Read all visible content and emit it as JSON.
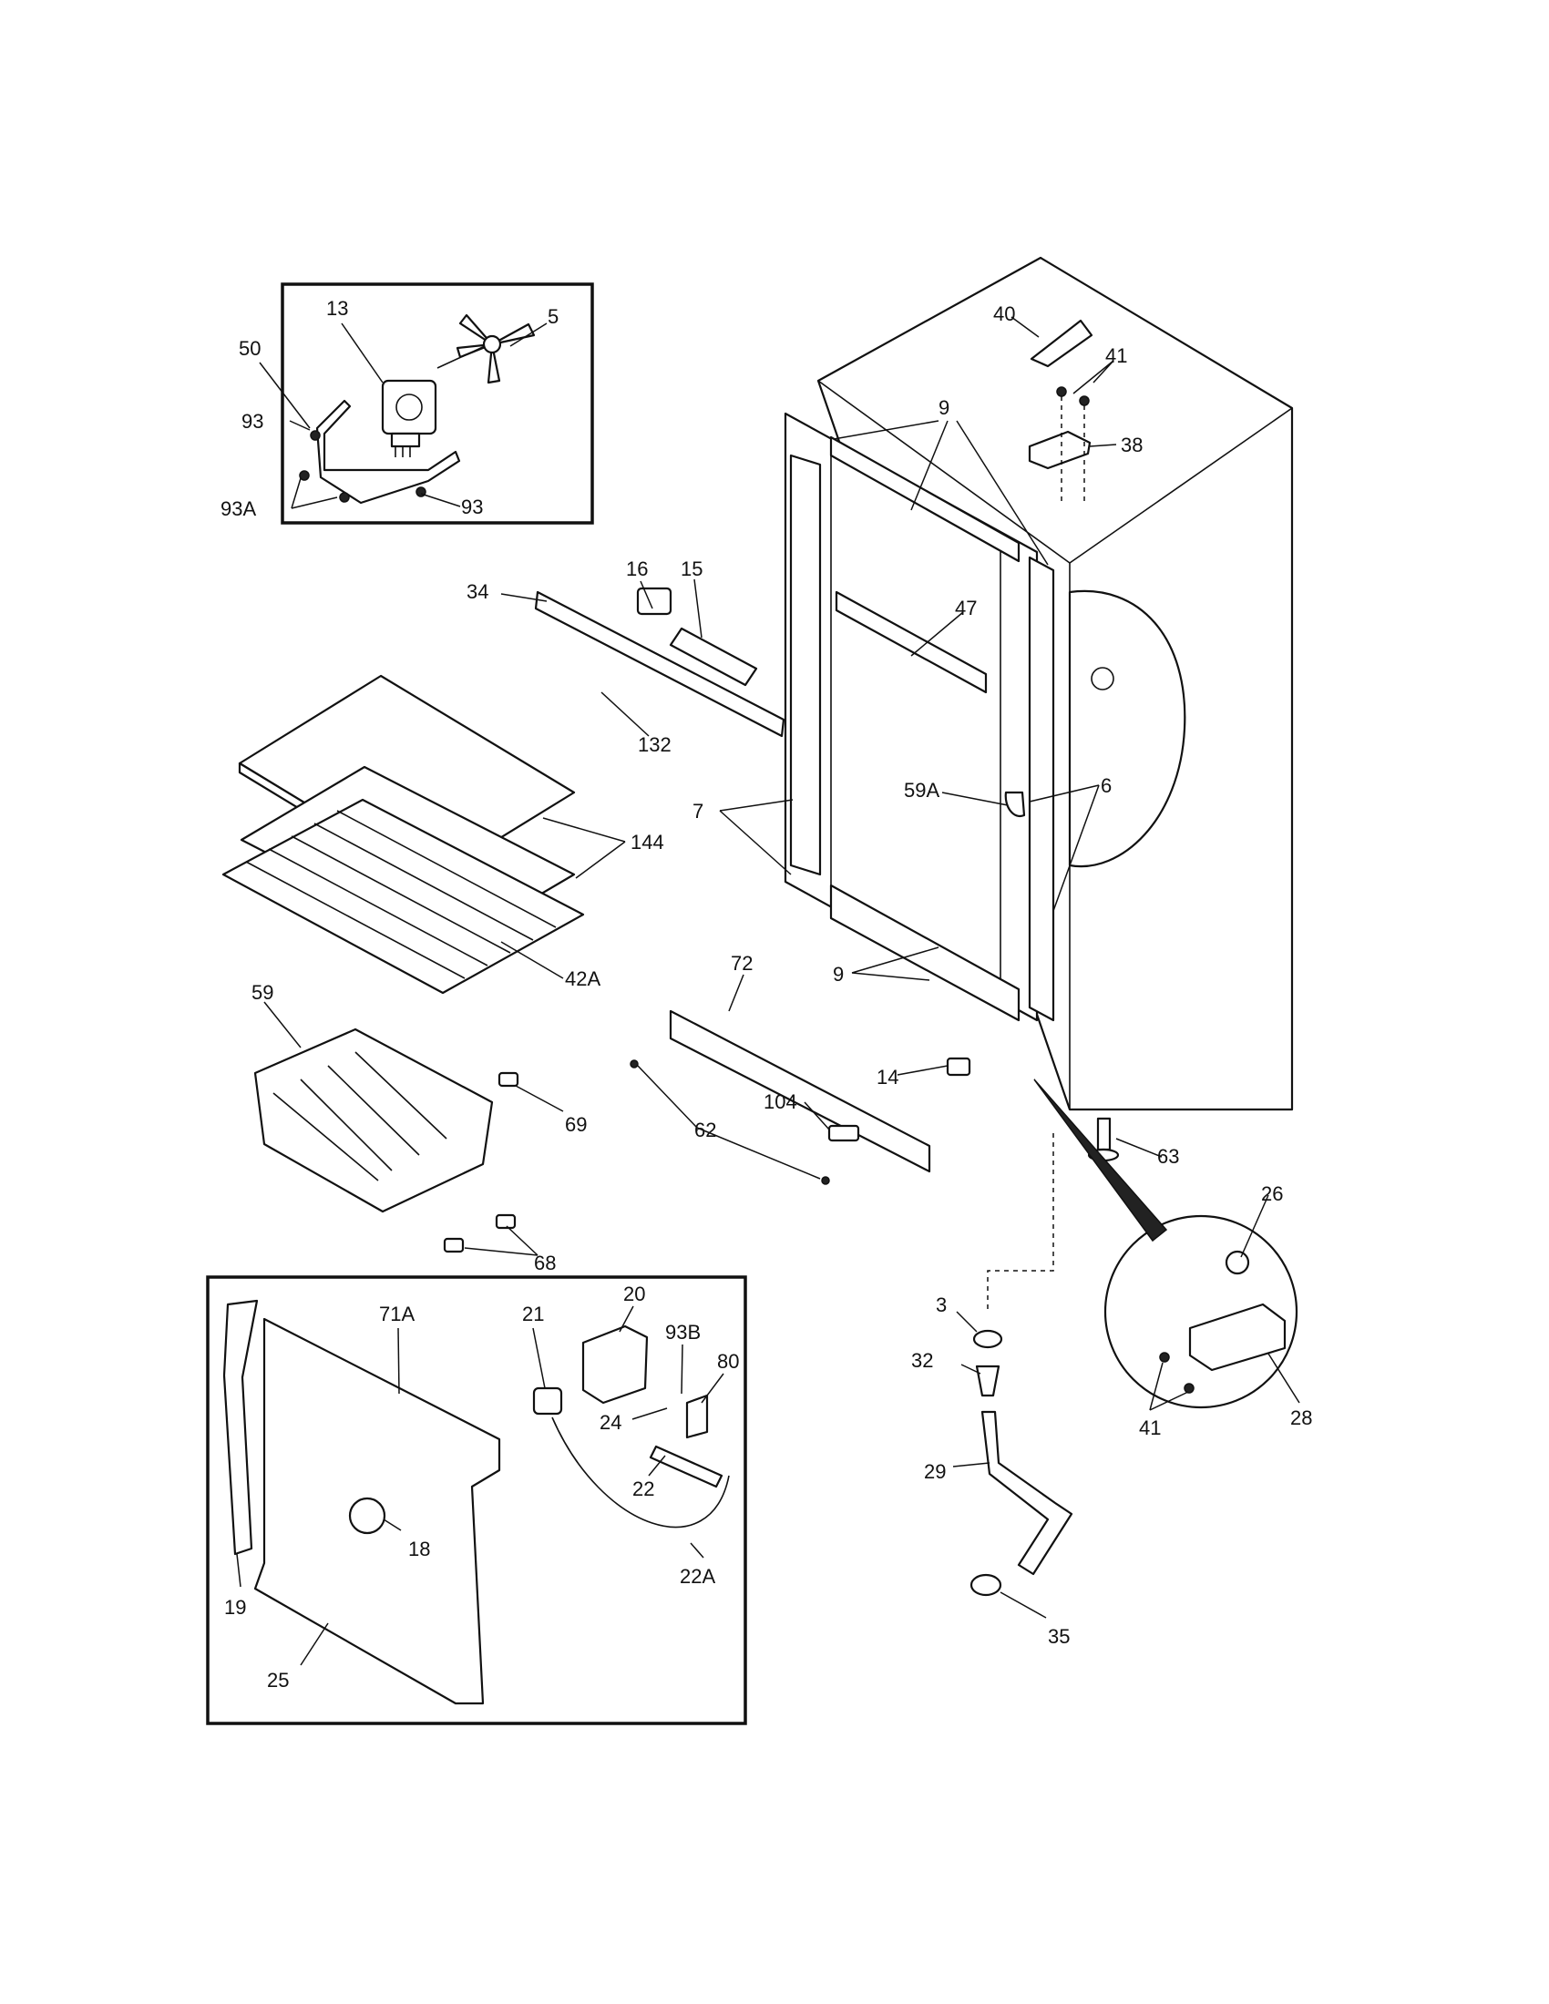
{
  "diagram": {
    "callouts": [
      {
        "id": "c-13",
        "text": "13"
      },
      {
        "id": "c-5",
        "text": "5"
      },
      {
        "id": "c-50",
        "text": "50"
      },
      {
        "id": "c-93-top",
        "text": "93"
      },
      {
        "id": "c-93a",
        "text": "93A"
      },
      {
        "id": "c-93-bottom",
        "text": "93"
      },
      {
        "id": "c-40",
        "text": "40"
      },
      {
        "id": "c-41-top",
        "text": "41"
      },
      {
        "id": "c-38",
        "text": "38"
      },
      {
        "id": "c-9-top",
        "text": "9"
      },
      {
        "id": "c-16",
        "text": "16"
      },
      {
        "id": "c-15",
        "text": "15"
      },
      {
        "id": "c-34",
        "text": "34"
      },
      {
        "id": "c-47",
        "text": "47"
      },
      {
        "id": "c-132",
        "text": "132"
      },
      {
        "id": "c-59a",
        "text": "59A"
      },
      {
        "id": "c-6",
        "text": "6"
      },
      {
        "id": "c-7",
        "text": "7"
      },
      {
        "id": "c-144",
        "text": "144"
      },
      {
        "id": "c-42a",
        "text": "42A"
      },
      {
        "id": "c-72",
        "text": "72"
      },
      {
        "id": "c-9-bottom",
        "text": "9"
      },
      {
        "id": "c-59",
        "text": "59"
      },
      {
        "id": "c-14",
        "text": "14"
      },
      {
        "id": "c-69",
        "text": "69"
      },
      {
        "id": "c-62",
        "text": "62"
      },
      {
        "id": "c-104",
        "text": "104"
      },
      {
        "id": "c-63",
        "text": "63"
      },
      {
        "id": "c-68",
        "text": "68"
      },
      {
        "id": "c-26",
        "text": "26"
      },
      {
        "id": "c-20",
        "text": "20"
      },
      {
        "id": "c-71a",
        "text": "71A"
      },
      {
        "id": "c-21",
        "text": "21"
      },
      {
        "id": "c-93b",
        "text": "93B"
      },
      {
        "id": "c-80",
        "text": "80"
      },
      {
        "id": "c-3",
        "text": "3"
      },
      {
        "id": "c-32",
        "text": "32"
      },
      {
        "id": "c-24",
        "text": "24"
      },
      {
        "id": "c-22",
        "text": "22"
      },
      {
        "id": "c-41-bottom",
        "text": "41"
      },
      {
        "id": "c-28",
        "text": "28"
      },
      {
        "id": "c-29",
        "text": "29"
      },
      {
        "id": "c-18",
        "text": "18"
      },
      {
        "id": "c-22a",
        "text": "22A"
      },
      {
        "id": "c-19",
        "text": "19"
      },
      {
        "id": "c-35",
        "text": "35"
      },
      {
        "id": "c-25",
        "text": "25"
      }
    ]
  }
}
